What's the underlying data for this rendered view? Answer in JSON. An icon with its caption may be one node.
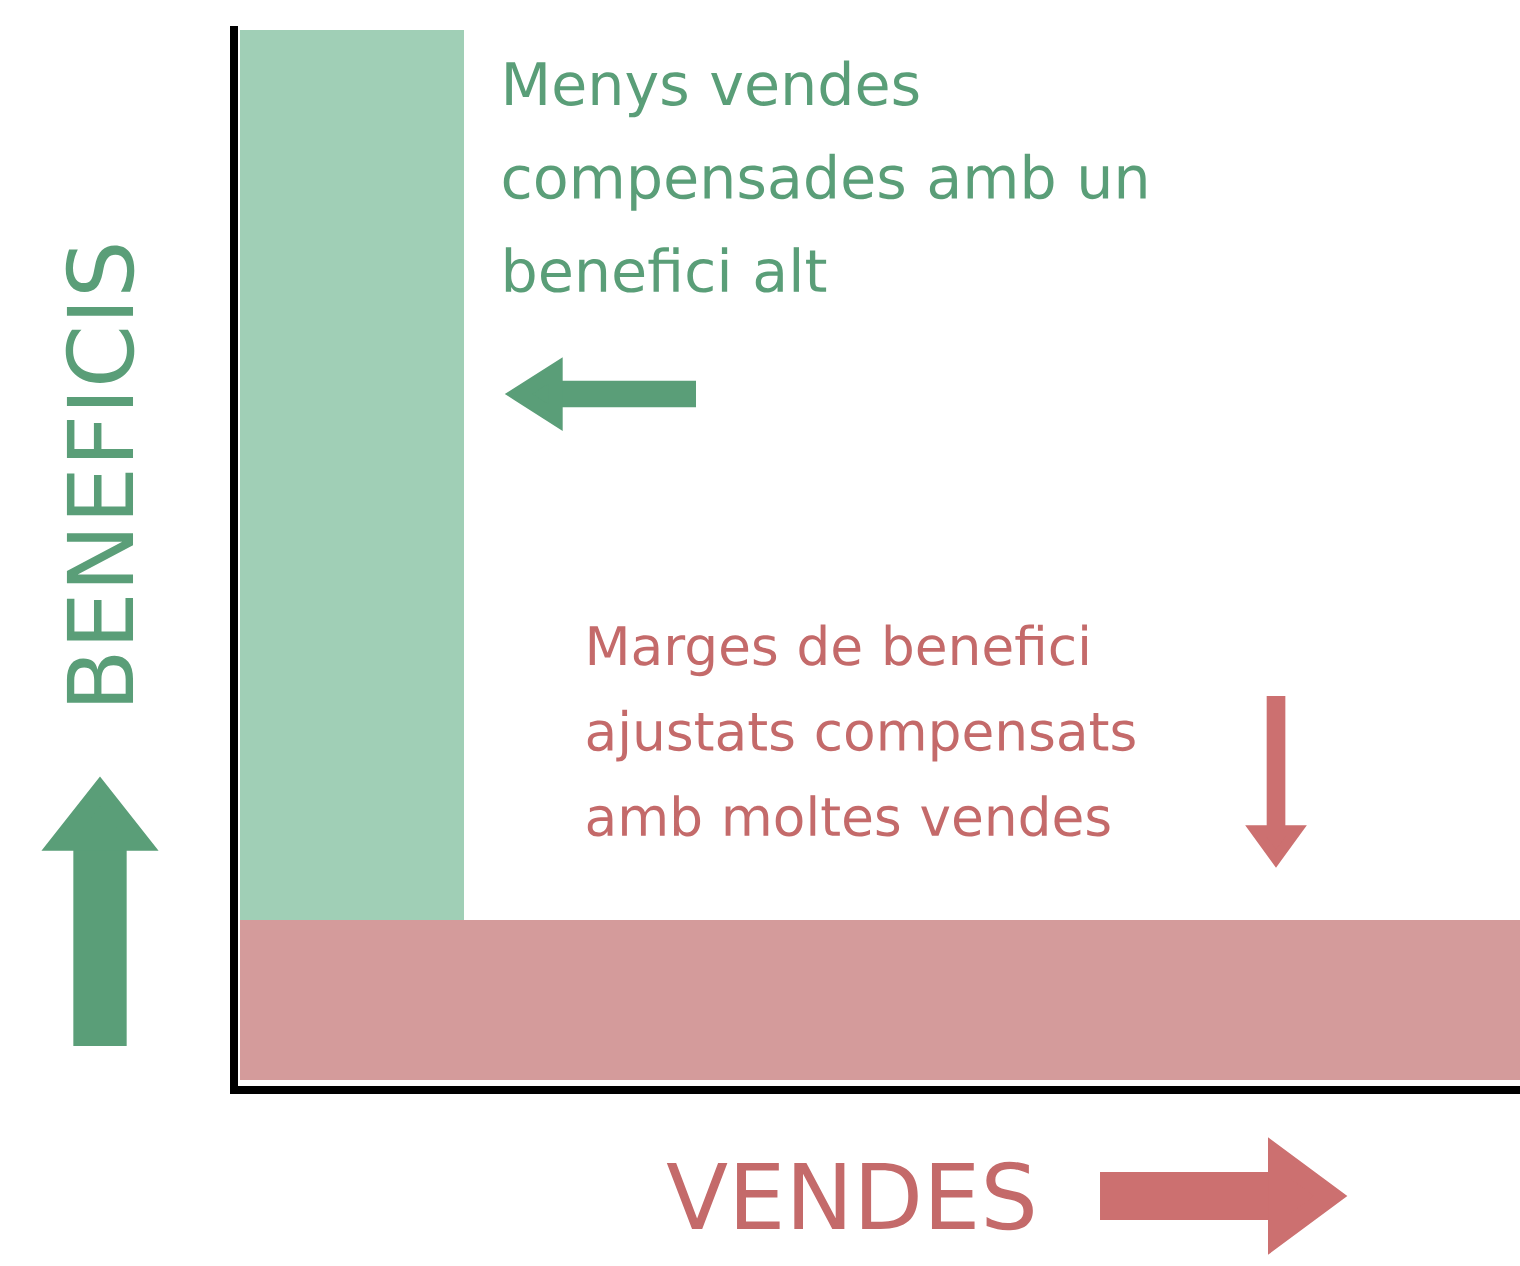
{
  "diagram": {
    "labels": [
      "Menys vendes compensades amb un benefici alt",
      "BENEFICIS",
      "Marges de benefici ajustats compensats amb moltes vendes",
      "VENDES"
    ]
  }
}
